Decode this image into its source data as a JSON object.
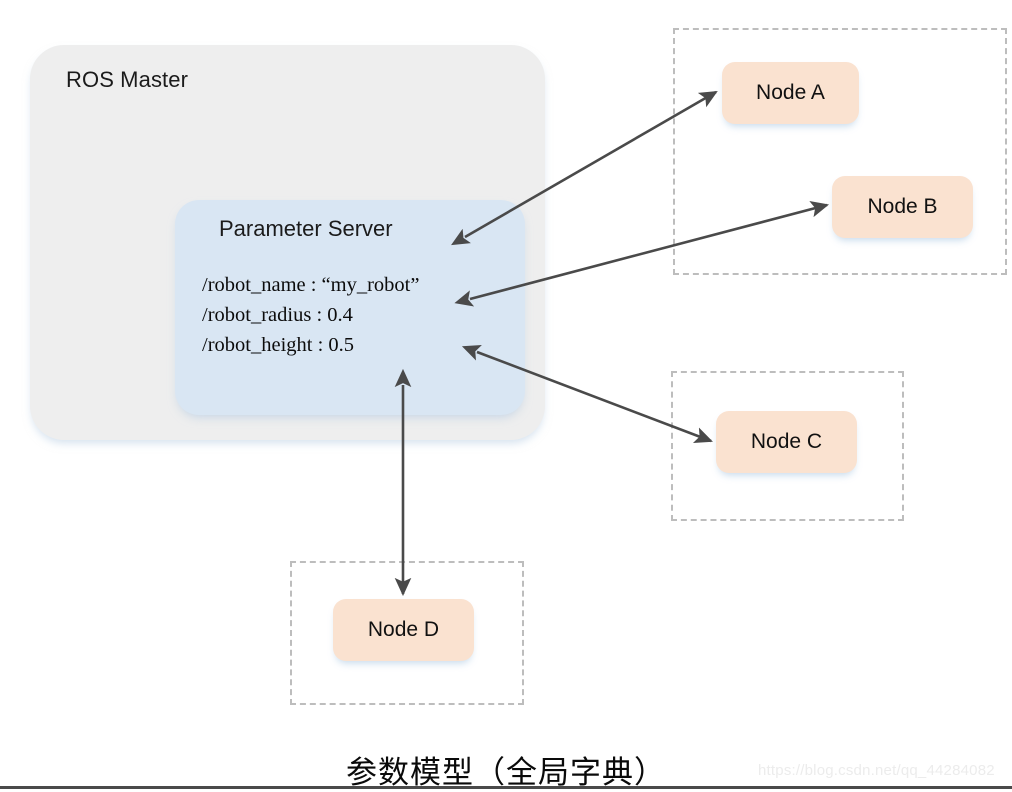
{
  "diagram": {
    "master": {
      "label": "ROS Master"
    },
    "param_server": {
      "title": "Parameter Server",
      "entries": [
        "/robot_name :  “my_robot”",
        "/robot_radius : 0.4",
        "/robot_height : 0.5"
      ]
    },
    "nodes": [
      {
        "id": "node-a",
        "label": "Node A"
      },
      {
        "id": "node-b",
        "label": "Node B"
      },
      {
        "id": "node-c",
        "label": "Node C"
      },
      {
        "id": "node-d",
        "label": "Node D"
      }
    ],
    "connections": [
      {
        "from": "Parameter Server",
        "to": "Node A",
        "arrow": "double"
      },
      {
        "from": "Parameter Server",
        "to": "Node B",
        "arrow": "double"
      },
      {
        "from": "Parameter Server",
        "to": "Node C",
        "arrow": "double"
      },
      {
        "from": "Parameter Server",
        "to": "Node D",
        "arrow": "double"
      }
    ],
    "colors": {
      "master_fill": "#eeeeee",
      "param_server_fill": "#d9e6f3",
      "node_fill": "#fae2d0",
      "group_border": "#bdbdbd",
      "arrow": "#4a4a4a"
    }
  },
  "caption": {
    "text": "参数模型（全局字典）"
  },
  "watermark": {
    "text": "https://blog.csdn.net/qq_44284082"
  }
}
